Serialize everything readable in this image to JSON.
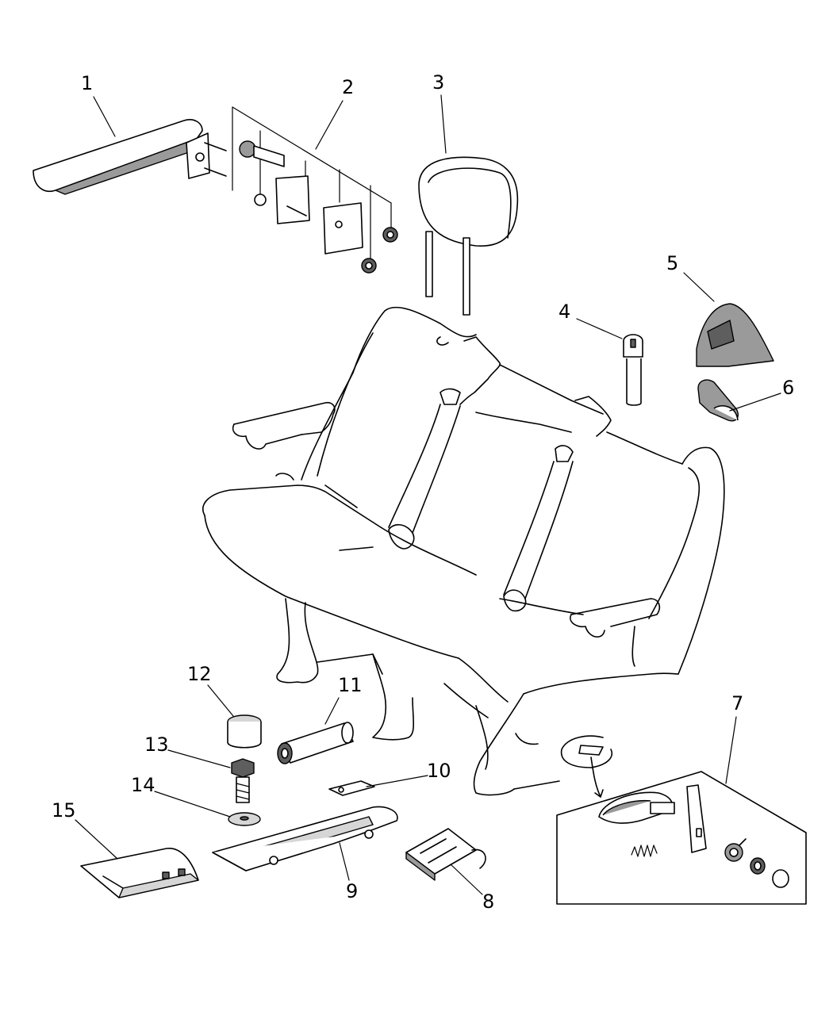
{
  "diagram": {
    "callouts": [
      {
        "label": "1"
      },
      {
        "label": "2"
      },
      {
        "label": "3"
      },
      {
        "label": "4"
      },
      {
        "label": "5"
      },
      {
        "label": "6"
      },
      {
        "label": "7"
      },
      {
        "label": "8"
      },
      {
        "label": "9"
      },
      {
        "label": "10"
      },
      {
        "label": "11"
      },
      {
        "label": "12"
      },
      {
        "label": "13"
      },
      {
        "label": "14"
      },
      {
        "label": "15"
      }
    ]
  },
  "colors": {
    "line": "#000000",
    "shade": "#9a9a9a",
    "dark": "#5e5e5e",
    "light": "#d6d6d6"
  }
}
